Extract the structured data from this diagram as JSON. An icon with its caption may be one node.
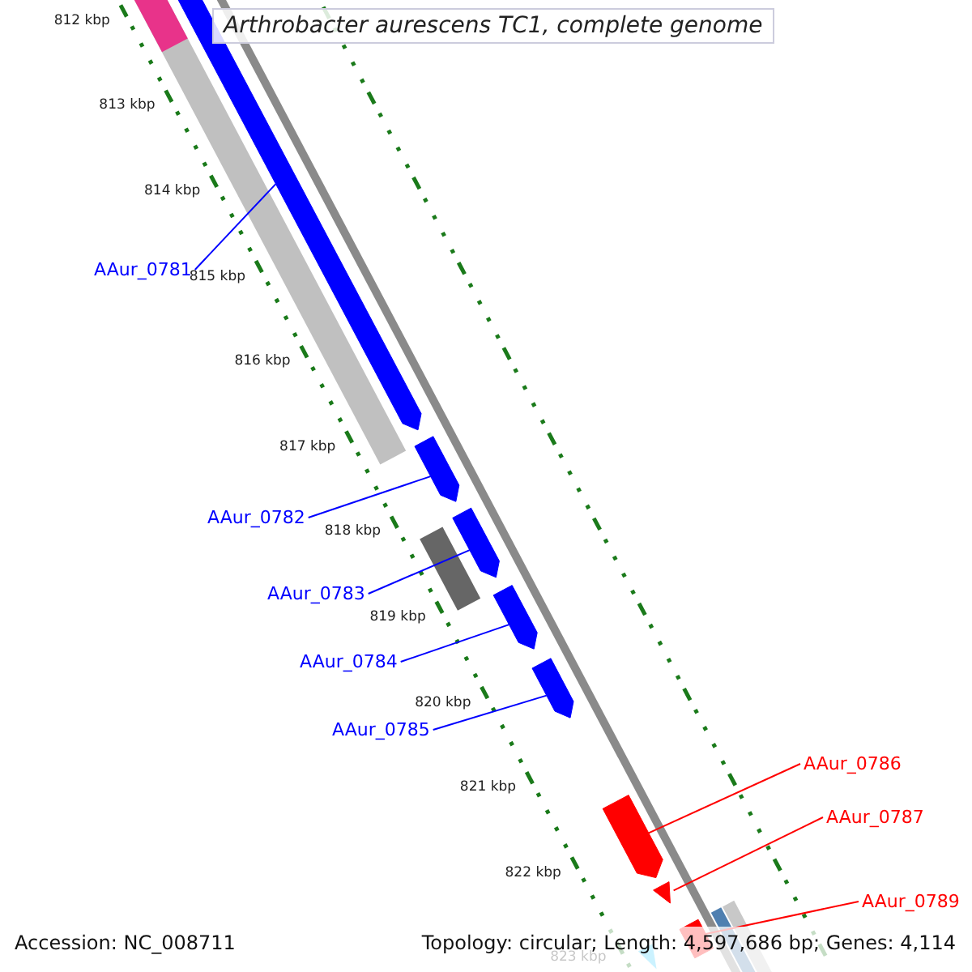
{
  "diagram": {
    "title": "Arthrobacter aurescens TC1, complete genome",
    "nodes": [
      {
        "text": [
          "AAur_0781"
        ]
      },
      {
        "text": [
          "AAur_0782"
        ]
      },
      {
        "text": [
          "AAur_0783"
        ]
      },
      {
        "text": [
          "AAur_0784"
        ]
      },
      {
        "text": [
          "AAur_0785"
        ]
      },
      {
        "text": [
          "AAur_0786"
        ]
      },
      {
        "text": [
          "AAur_0787"
        ]
      },
      {
        "text": [
          "AAur_0789"
        ]
      },
      {
        "text": [],
        "shape": "arrow"
      },
      {
        "text": [],
        "shape": "arrow"
      },
      {
        "text": [],
        "shape": "arrow"
      },
      {
        "text": [],
        "shape": "arrow"
      },
      {
        "text": [],
        "shape": "arrow"
      },
      {
        "text": [],
        "shape": "arrow"
      },
      {
        "text": [],
        "shape": "arrow"
      },
      {
        "text": [],
        "shape": "box"
      }
    ],
    "edges": [
      {
        "from": 0,
        "to": 8,
        "arrow": "none"
      },
      {
        "from": 1,
        "to": 9,
        "arrow": "none"
      },
      {
        "from": 2,
        "to": 10,
        "arrow": "none"
      },
      {
        "from": 3,
        "to": 11,
        "arrow": "none"
      },
      {
        "from": 4,
        "to": 12,
        "arrow": "none"
      },
      {
        "from": 5,
        "to": 13,
        "arrow": "none",
        "color": "#ff0000"
      },
      {
        "from": 6,
        "to": 14,
        "arrow": "none",
        "color": "#ff0000"
      },
      {
        "from": 7,
        "to": 15,
        "arrow": "none",
        "color": "#ff0000"
      }
    ],
    "labels": [
      "812 kbp",
      "813 kbp",
      "814 kbp",
      "815 kbp",
      "816 kbp",
      "817 kbp",
      "818 kbp",
      "819 kbp",
      "820 kbp",
      "821 kbp",
      "822 kbp",
      "823 kbp",
      "Accession: NC_008711",
      "Topology: circular; Length: 4,597,686 bp; Genes: 4,114"
    ]
  }
}
